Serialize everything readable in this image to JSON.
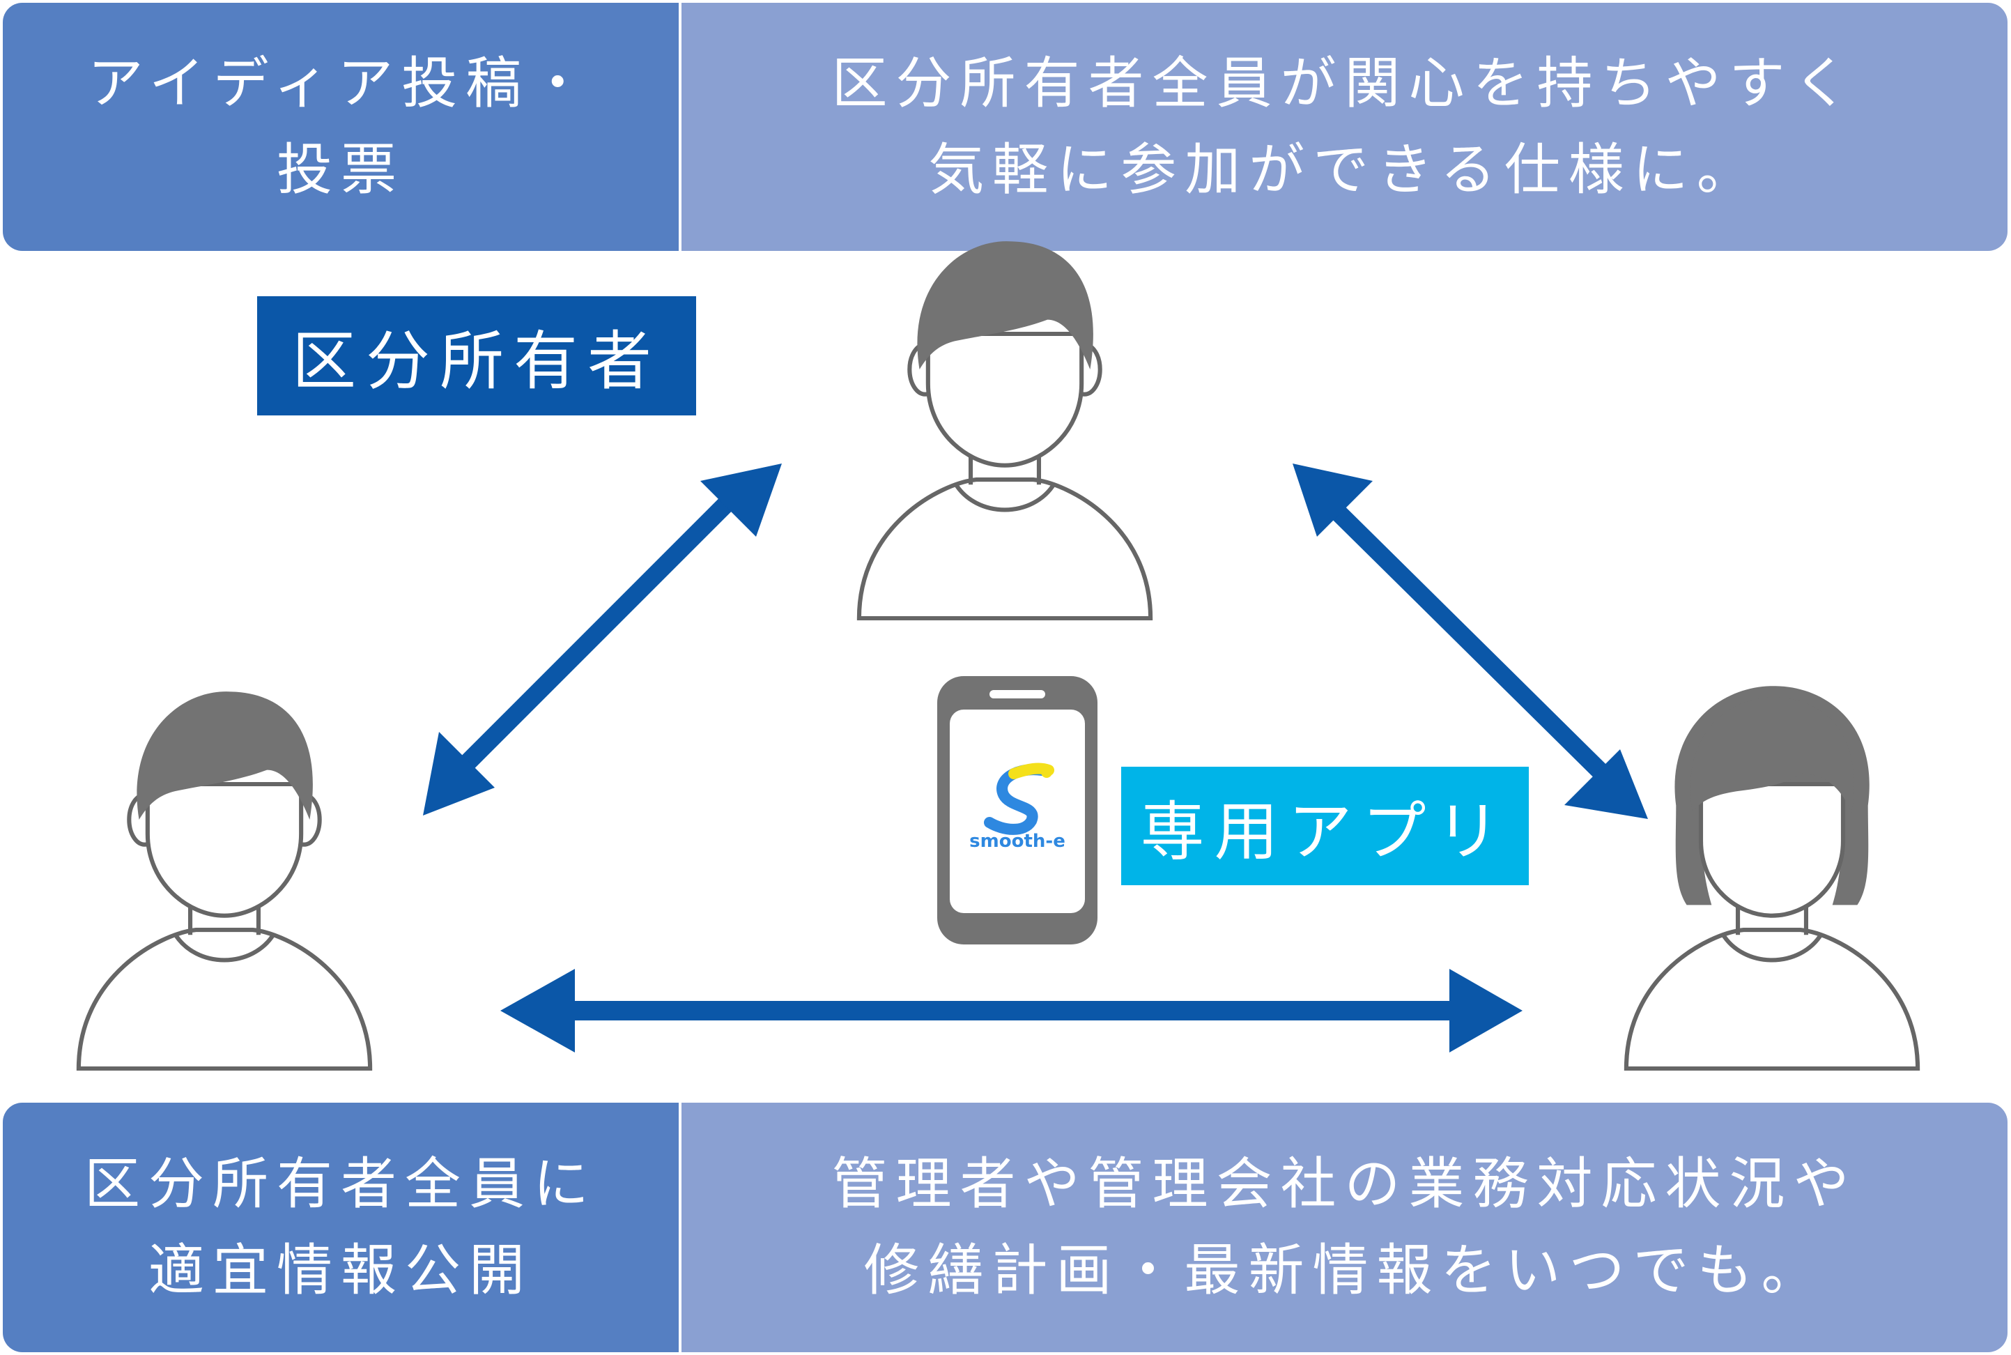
{
  "top_banner": {
    "left_lines": [
      "アイディア投稿・",
      "投票"
    ],
    "right_lines": [
      "区分所有者全員が関心を持ちやすく",
      "気軽に参加ができる仕様に。"
    ]
  },
  "bottom_banner": {
    "left_lines": [
      "区分所有者全員に",
      "適宜情報公開"
    ],
    "right_lines": [
      "管理者や管理会社の業務対応状況や",
      "修繕計画・最新情報をいつでも。"
    ]
  },
  "owner_label": "区分所有者",
  "app_label": "専用アプリ",
  "app_logo_text": "smooth-e",
  "colors": {
    "banner_left": "#557fc2",
    "banner_right": "#8aa0d2",
    "owner_label_bg": "#0b57a8",
    "app_label_bg": "#00b4e8",
    "arrow": "#0b57a8",
    "person_hair": "#737373",
    "person_outline": "#666666"
  },
  "icons": [
    "person-icon",
    "person-icon",
    "person-female-icon",
    "smartphone-icon",
    "double-arrow-icon"
  ]
}
